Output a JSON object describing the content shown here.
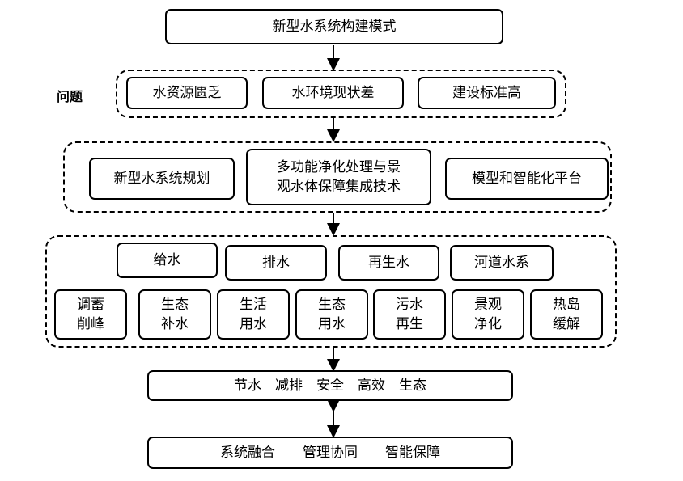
{
  "top": "新型水系统构建模式",
  "problem_label": "问题",
  "problems": [
    "水资源匮乏",
    "水环境现状差",
    "建设标准高"
  ],
  "tech": [
    "新型水系统规划",
    "多功能净化处理与景\n观水体保障集成技术",
    "模型和智能化平台"
  ],
  "systems": [
    "给水",
    "排水",
    "再生水",
    "河道水系"
  ],
  "functions": [
    "调蓄\n削峰",
    "生态\n补水",
    "生活\n用水",
    "生态\n用水",
    "污水\n再生",
    "景观\n净化",
    "热岛\n缓解"
  ],
  "benefits": "节水　减排　安全　高效　生态",
  "guarantees": "系统融合　　管理协同　　智能保障"
}
